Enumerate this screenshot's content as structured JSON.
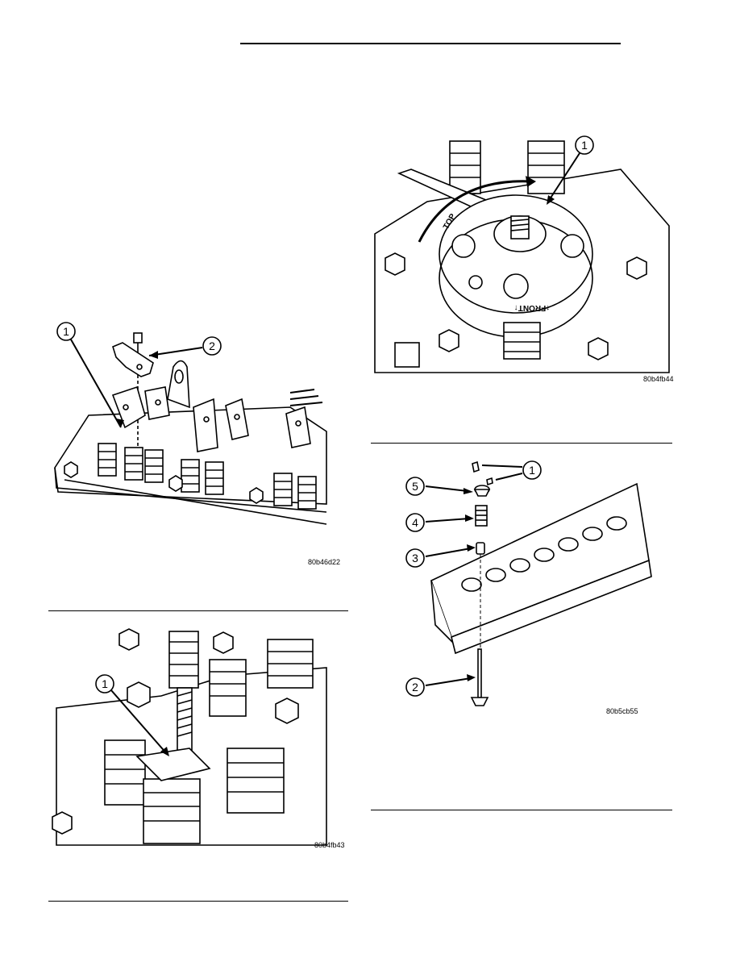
{
  "figures": [
    {
      "id": "80b46d22",
      "callouts": [
        "1",
        "2"
      ]
    },
    {
      "id": "80b4fb43",
      "callouts": [
        "1"
      ]
    },
    {
      "id": "80b4fb44",
      "callouts": [
        "1"
      ],
      "tool_text": [
        "TOP",
        "↑FRONT↑"
      ]
    },
    {
      "id": "80b5cb55",
      "callouts": [
        "1",
        "5",
        "4",
        "3",
        "2"
      ]
    }
  ]
}
